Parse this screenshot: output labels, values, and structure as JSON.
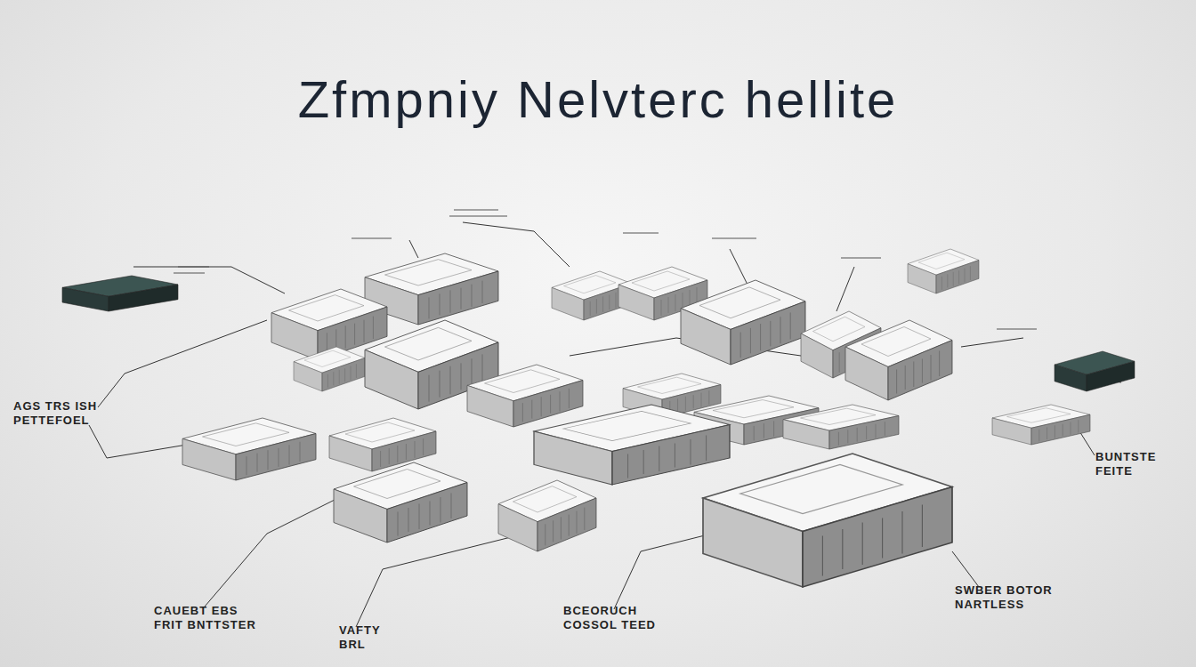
{
  "diagram": {
    "title": "Zfmpniy Nelvterc hellite",
    "labels": [
      "AGS TRS ISH PETTEFOEL",
      "CAUEBT EBS FRIT BNTTSTER",
      "VAFTY BRL",
      "BCEORUCH COSSOL TEED",
      "BUNTSTE FEITE",
      "SWBER BOTOR NARTLESS"
    ]
  }
}
